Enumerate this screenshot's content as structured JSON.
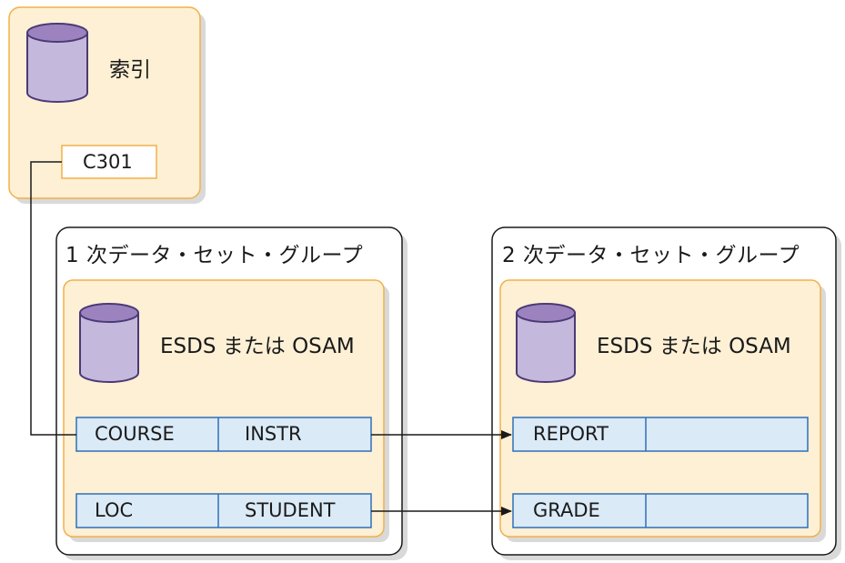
{
  "index": {
    "title": "索引",
    "key": "C301"
  },
  "primary_group": {
    "title": "1 次データ・セット・グループ",
    "dataset": "ESDS または OSAM",
    "rows": [
      [
        "COURSE",
        "INSTR"
      ],
      [
        "LOC",
        "STUDENT"
      ]
    ]
  },
  "secondary_group": {
    "title": "2 次データ・セット・グループ",
    "dataset": "ESDS または OSAM",
    "rows": [
      [
        "REPORT",
        ""
      ],
      [
        "GRADE",
        ""
      ]
    ]
  },
  "colors": {
    "index_fill": "#fdf0d5",
    "index_border": "#f2b04a",
    "group_border": "#1a1a1a",
    "inner_fill": "#fdf0d5",
    "inner_border": "#f2b04a",
    "segment_fill": "#dbeaf7",
    "segment_border": "#2f6fb7",
    "cylinder_fill": "#c4b8dc",
    "cylinder_top": "#9c83bf",
    "cylinder_stroke": "#4b3a76",
    "shadow": "#d9d9d9"
  }
}
